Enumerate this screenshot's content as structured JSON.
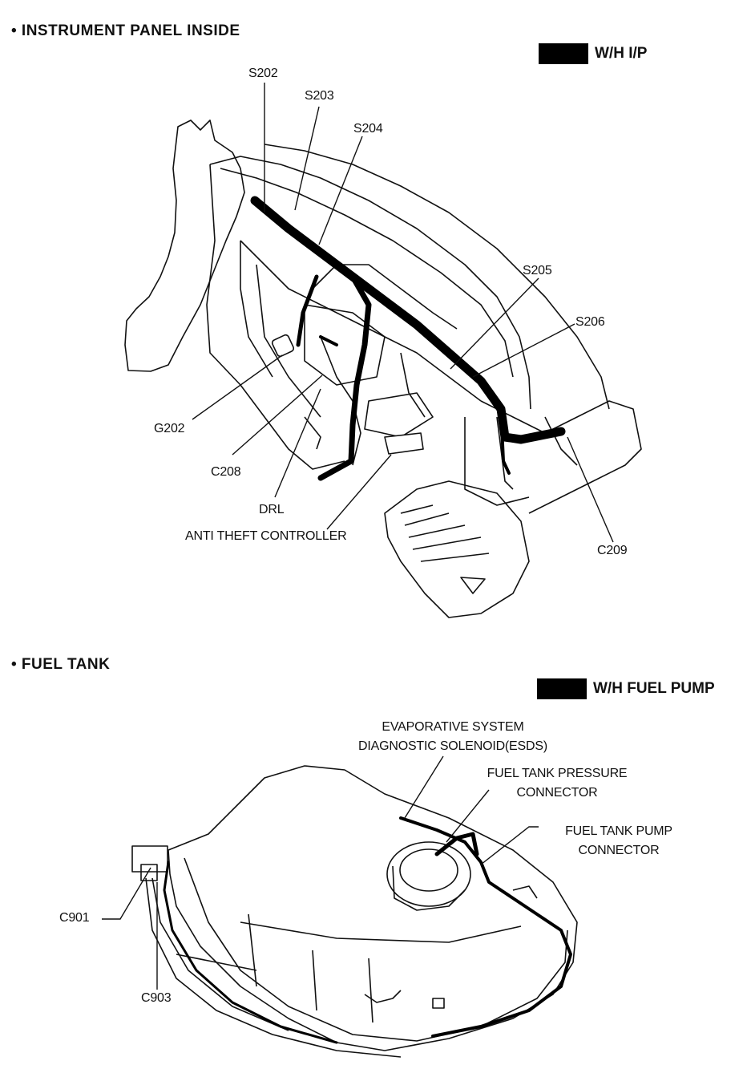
{
  "instrument_panel": {
    "title": "•  INSTRUMENT  PANEL  INSIDE",
    "legend": "W/H I/P",
    "labels": {
      "s202": "S202",
      "s203": "S203",
      "s204": "S204",
      "s205": "S205",
      "s206": "S206",
      "g202": "G202",
      "c208": "C208",
      "drl": "DRL",
      "anti_theft": "ANTI THEFT CONTROLLER",
      "c209": "C209"
    }
  },
  "fuel_tank": {
    "title": "•  FUEL  TANK",
    "legend": "W/H  FUEL  PUMP",
    "labels": {
      "esds_line1": "EVAPORATIVE SYSTEM",
      "esds_line2": "DIAGNOSTIC SOLENOID(ESDS)",
      "pressure_line1": "FUEL TANK PRESSURE",
      "pressure_line2": "CONNECTOR",
      "pump_line1": "FUEL TANK PUMP",
      "pump_line2": "CONNECTOR",
      "c901": "C901",
      "c903": "C903"
    }
  }
}
